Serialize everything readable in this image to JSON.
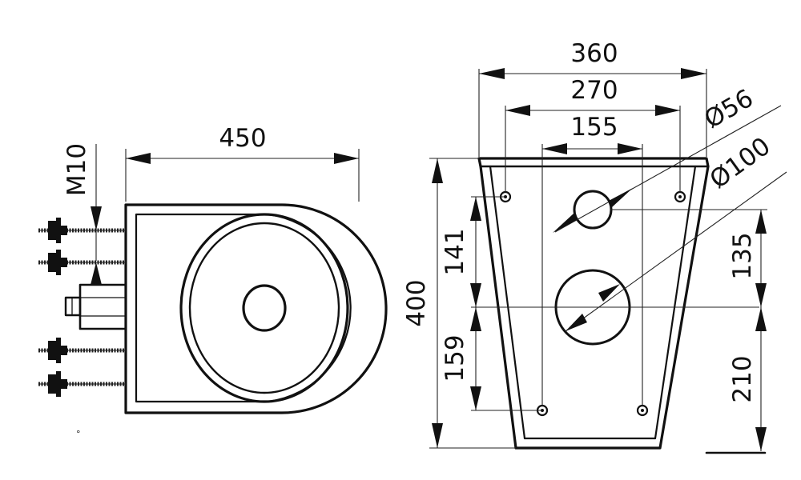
{
  "top_view": {
    "width_label": "450",
    "thread_label": "M10"
  },
  "front_view": {
    "overall_width_label": "360",
    "bolt_spacing_top_label": "270",
    "bolt_spacing_bottom_label": "155",
    "small_hole_dia_label": "Ø56",
    "large_hole_dia_label": "Ø100",
    "height_label": "400",
    "upper_bolt_to_mid_label": "141",
    "mid_to_lower_bolt_label": "159",
    "small_hole_to_mid_label": "135",
    "mid_to_floor_label": "210"
  },
  "footnote": "°"
}
